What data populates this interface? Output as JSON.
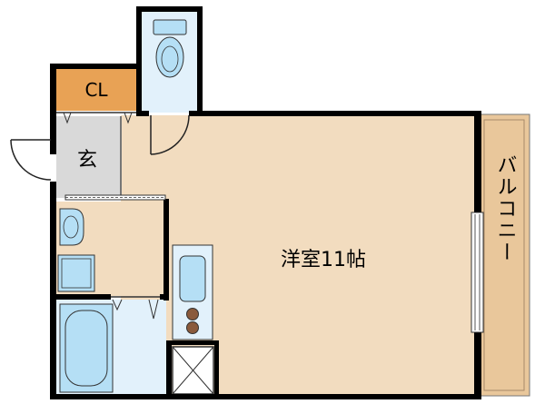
{
  "labels": {
    "closet": "CL",
    "entrance": "玄",
    "room": "洋室11帖",
    "balcony": "バルコニー"
  },
  "colors": {
    "wall": "#000000",
    "room_floor": "#f2dcbf",
    "closet_floor": "#e8a255",
    "wet_floor": "#e2f1fb",
    "fixture": "#b5dff5",
    "entrance_floor": "#d9d9d9",
    "balcony_floor": "#e9c79b",
    "stove_burner": "#8a5a3c"
  },
  "icons": {
    "toilet": "toilet-icon",
    "washbasin": "washbasin-icon",
    "washing_machine": "washing-machine-pan-icon",
    "bathtub": "bathtub-icon",
    "kitchen_sink": "kitchen-sink-icon",
    "stove": "stove-icon",
    "fridge": "fridge-space-icon"
  }
}
